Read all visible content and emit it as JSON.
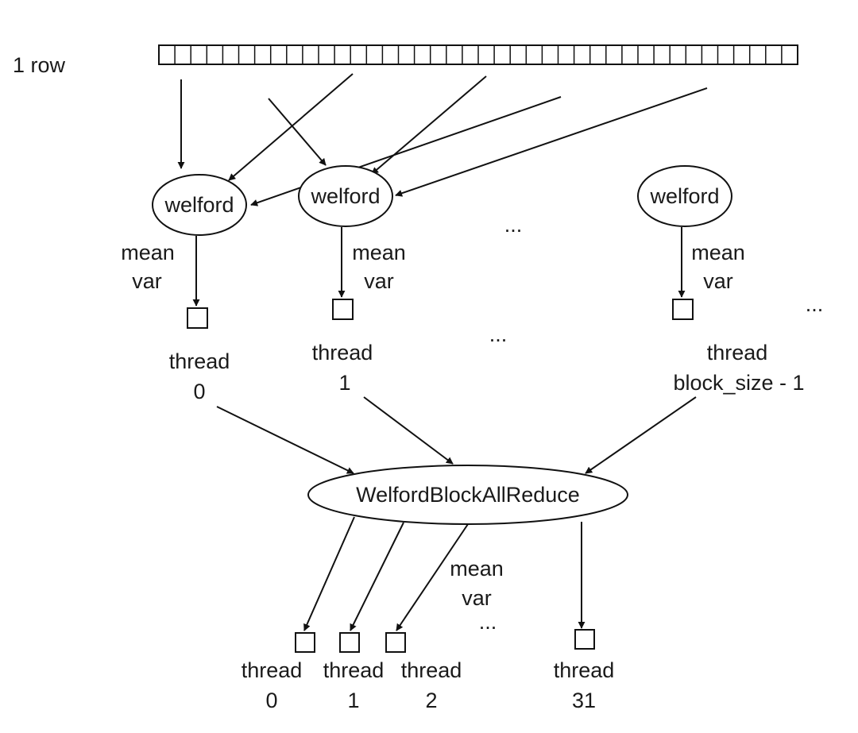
{
  "row_label": "1 row",
  "row_cell_count": 40,
  "welford_nodes": [
    {
      "id": "w0",
      "label": "welford",
      "output_label_1": "mean",
      "output_label_2": "var"
    },
    {
      "id": "w1",
      "label": "welford",
      "output_label_1": "mean",
      "output_label_2": "var"
    },
    {
      "id": "wn",
      "label": "welford",
      "output_label_1": "mean",
      "output_label_2": "var"
    }
  ],
  "top_threads": [
    {
      "line1": "thread",
      "line2": "0"
    },
    {
      "line1": "thread",
      "line2": "1"
    },
    {
      "line1": "thread",
      "line2": "block_size - 1"
    }
  ],
  "ellipses": {
    "between_nodes": "...",
    "between_threads": "...",
    "right_side": "...",
    "bottom": "..."
  },
  "reduce_node": {
    "label": "WelfordBlockAllReduce"
  },
  "reduce_output": {
    "line1": "mean",
    "line2": "var"
  },
  "bottom_threads": [
    {
      "line1": "thread",
      "line2": "0"
    },
    {
      "line1": "thread",
      "line2": "1"
    },
    {
      "line1": "thread",
      "line2": "2"
    },
    {
      "line1": "thread",
      "line2": "31"
    }
  ]
}
